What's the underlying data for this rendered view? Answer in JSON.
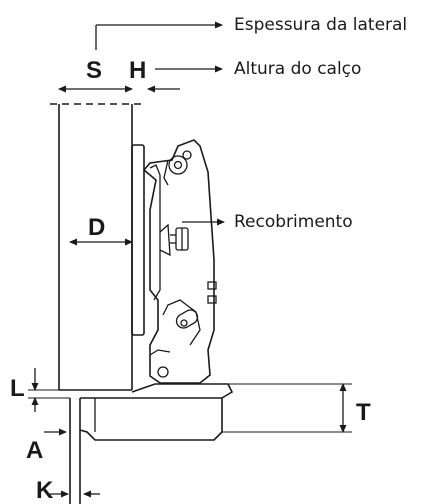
{
  "labels": {
    "s": "S",
    "h": "H",
    "d": "D",
    "l": "L",
    "t": "T",
    "a": "A",
    "k": "K"
  },
  "callouts": {
    "side_thickness": "Espessura da lateral",
    "plate_height": "Altura do calço",
    "overlay": "Recobrimento"
  },
  "colors": {
    "ink": "#1a1a1a",
    "background": "#ffffff"
  }
}
